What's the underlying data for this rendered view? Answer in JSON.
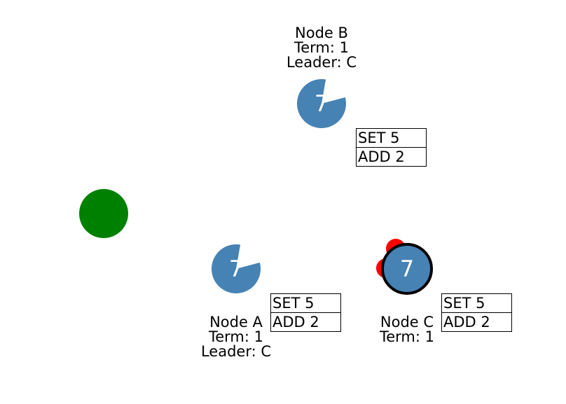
{
  "colors": {
    "node_fill": "#4682b4",
    "client": "#008000",
    "message": "#ff0000",
    "leader_outline": "#000000"
  },
  "nodes": {
    "b": {
      "name": "Node B",
      "term": "Term: 1",
      "leader": "Leader: C",
      "value": "7",
      "log": [
        "SET 5",
        "ADD 2"
      ],
      "is_leader": false
    },
    "a": {
      "name": "Node A",
      "term": "Term: 1",
      "leader": "Leader: C",
      "value": "7",
      "log": [
        "SET 5",
        "ADD 2"
      ],
      "is_leader": false
    },
    "c": {
      "name": "Node C",
      "term": "Term: 1",
      "value": "7",
      "log": [
        "SET 5",
        "ADD 2"
      ],
      "is_leader": true
    }
  },
  "client": {
    "icon": "client-circle"
  }
}
